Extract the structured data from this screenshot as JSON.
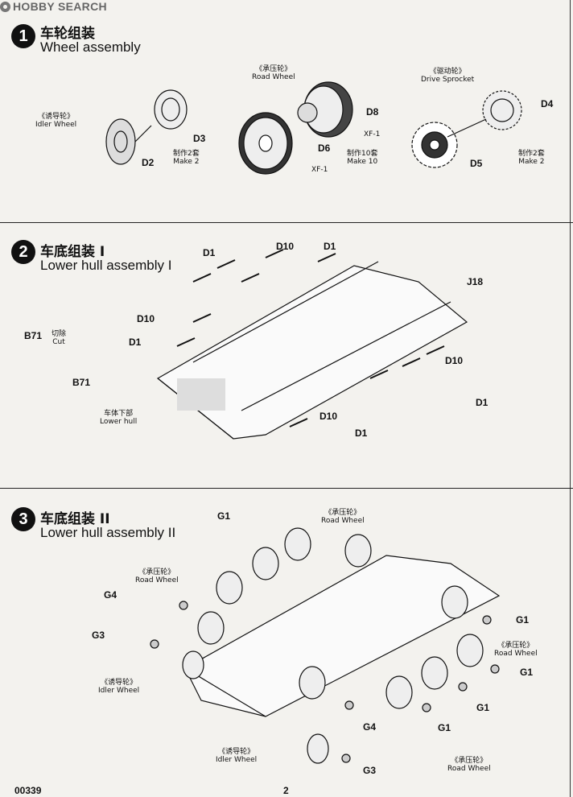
{
  "header": {
    "logo": "HOBBY SEARCH"
  },
  "steps": [
    {
      "number": "1",
      "title_cn": "车轮组装",
      "title_en": "Wheel assembly",
      "labels": {
        "idler_cn": "《诱导轮》",
        "idler_en": "Idler Wheel",
        "road_cn": "《承压轮》",
        "road_en": "Road Wheel",
        "sprocket_cn": "《驱动轮》",
        "sprocket_en": "Drive Sprocket",
        "d2": "D2",
        "d3": "D3",
        "d4": "D4",
        "d5": "D5",
        "d6": "D6",
        "d8": "D8",
        "xf1a": "XF-1",
        "xf1b": "XF-1",
        "make2a_cn": "制作2套",
        "make2a_en": "Make 2",
        "make10_cn": "制作10套",
        "make10_en": "Make 10",
        "make2b_cn": "制作2套",
        "make2b_en": "Make 2"
      }
    },
    {
      "number": "2",
      "title_cn": "车底组装 I",
      "title_en": "Lower hull assembly I",
      "labels": {
        "d1a": "D1",
        "d10a": "D10",
        "d1b": "D1",
        "j18": "J18",
        "b71a": "B71",
        "cut_cn": "切除",
        "cut_en": "Cut",
        "d10b": "D10",
        "d1c": "D1",
        "b71b": "B71",
        "d10c": "D10",
        "d1d": "D1",
        "lower_cn": "车体下部",
        "lower_en": "Lower hull",
        "d10d": "D10",
        "d1e": "D1"
      }
    },
    {
      "number": "3",
      "title_cn": "车底组装 II",
      "title_en": "Lower hull assembly II",
      "labels": {
        "g1a": "G1",
        "road1_cn": "《承压轮》",
        "road1_en": "Road Wheel",
        "road2_cn": "《承压轮》",
        "road2_en": "Road Wheel",
        "g4a": "G4",
        "g3a": "G3",
        "idler1_cn": "《诱导轮》",
        "idler1_en": "Idler Wheel",
        "g1b": "G1",
        "road3_cn": "《承压轮》",
        "road3_en": "Road Wheel",
        "g1c": "G1",
        "g1d": "G1",
        "g4b": "G4",
        "g1e": "G1",
        "idler2_cn": "《诱导轮》",
        "idler2_en": "Idler Wheel",
        "g3b": "G3",
        "road4_cn": "《承压轮》",
        "road4_en": "Road Wheel"
      }
    }
  ],
  "footer": {
    "code": "00339",
    "page": "2"
  }
}
